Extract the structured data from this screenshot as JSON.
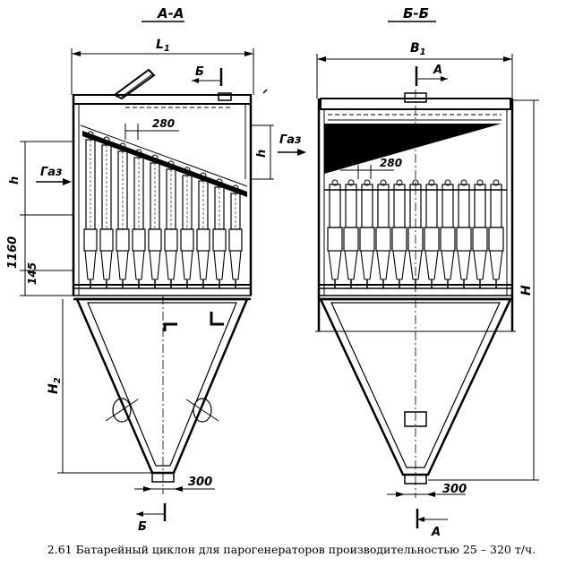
{
  "views": {
    "left": {
      "title": "A-A",
      "width_label": "L",
      "width_sub": "1",
      "section_mark_top": "Б",
      "section_mark_bottom": "Б",
      "gas_in": "Газ",
      "gas_out": "Газ",
      "dim_h_left": "h",
      "dim_h_right": "h",
      "dim_280": "280",
      "dim_1160": "1160",
      "dim_145": "145",
      "dim_H2": "H",
      "dim_H2_sub": "2",
      "dim_300": "300"
    },
    "right": {
      "title": "Б-Б",
      "width_label": "B",
      "width_sub": "1",
      "section_mark_top": "А",
      "section_mark_bottom": "А",
      "dim_280": "280",
      "dim_H": "H",
      "dim_300": "300"
    }
  },
  "caption": "2.61  Батарейный циклон для парогенераторов производительностью 25 – 320 т/ч."
}
